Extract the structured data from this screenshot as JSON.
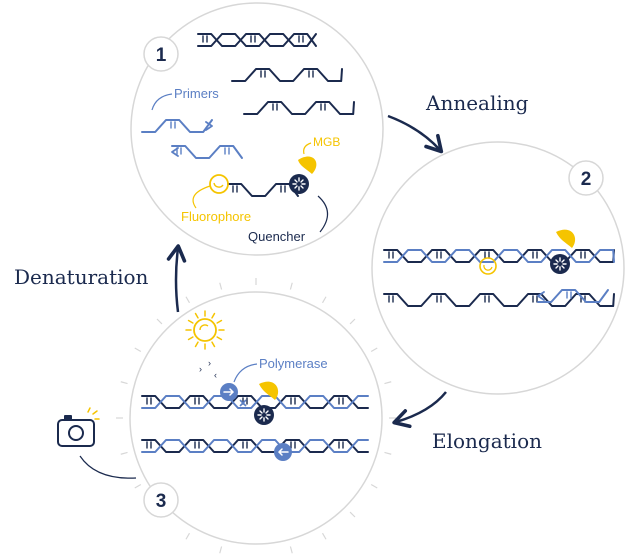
{
  "colors": {
    "navy": "#1b2a4e",
    "blue": "#5b7fc4",
    "yellow": "#f5c400",
    "circle_stroke": "#d7d7d7",
    "sun": "#f5c400"
  },
  "steps": [
    {
      "number": "1"
    },
    {
      "number": "2"
    },
    {
      "number": "3"
    }
  ],
  "labels": {
    "annealing": "Annealing",
    "elongation": "Elongation",
    "denaturation": "Denaturation",
    "primers": "Primers",
    "mgb": "MGB",
    "fluorophore": "Fluorophore",
    "quencher": "Quencher",
    "polymerase": "Polymerase"
  },
  "icons": {
    "camera": "camera-icon",
    "sun": "sun-icon",
    "quencher": "quencher-icon",
    "fluorophore": "fluorophore-icon",
    "mgb": "mgb-icon",
    "polymerase": "polymerase-icon"
  }
}
